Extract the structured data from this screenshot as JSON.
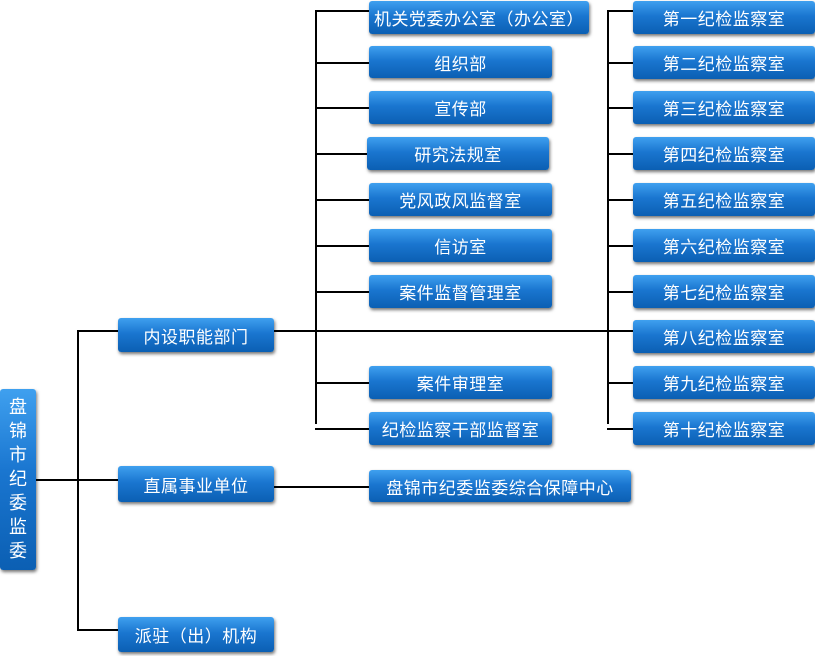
{
  "root": {
    "label": "盘锦市纪委监委",
    "chars": [
      "盘",
      "锦",
      "市",
      "纪",
      "委",
      "监",
      "委"
    ]
  },
  "categories": {
    "internal": "内设职能部门",
    "affiliated": "直属事业单位",
    "stationed": "派驻（出）机构"
  },
  "internal_departments": [
    "机关党委办公室（办公室）",
    "组织部",
    "宣传部",
    "研究法规室",
    "党风政风监督室",
    "信访室",
    "案件监督管理室",
    "案件审理室",
    "纪检监察干部监督室"
  ],
  "inspection_offices": [
    "第一纪检监察室",
    "第二纪检监察室",
    "第三纪检监察室",
    "第四纪检监察室",
    "第五纪检监察室",
    "第六纪检监察室",
    "第七纪检监察室",
    "第八纪检监察室",
    "第九纪检监察室",
    "第十纪检监察室"
  ],
  "affiliated_units": [
    "盘锦市纪委监委综合保障中心"
  ],
  "colors": {
    "box_top": "#3fa0ef",
    "box_bottom": "#0b5fb3",
    "connector": "#000000",
    "text": "#ffffff"
  }
}
